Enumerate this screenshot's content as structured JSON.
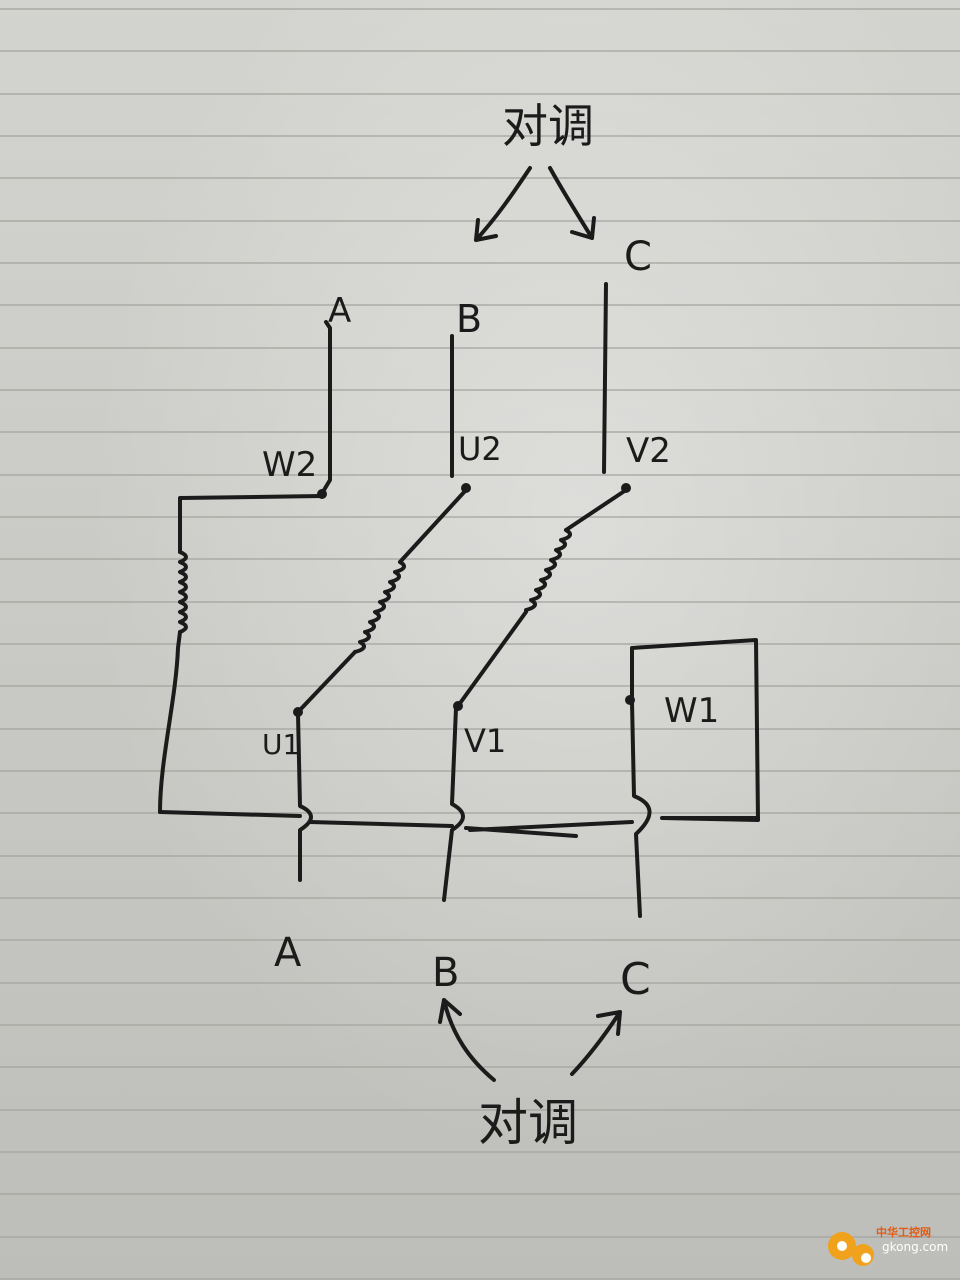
{
  "labels": {
    "top_note": "对调",
    "bottom_note": "对调",
    "top_A": "A",
    "top_B": "B",
    "top_C": "C",
    "W2": "W2",
    "U2": "U2",
    "V2": "V2",
    "U1": "U1",
    "V1": "V1",
    "W1": "W1",
    "bottom_A": "A",
    "bottom_B": "B",
    "bottom_C": "C"
  },
  "watermark": {
    "text": "中华工控网",
    "url": "gkong.com"
  },
  "colors": {
    "ink": "#1b1b1b",
    "paper": "#cfcfcb",
    "rule": "#a4a4a0",
    "watermark_orange": "#e35a12",
    "watermark_gear": "#f0a21c"
  }
}
